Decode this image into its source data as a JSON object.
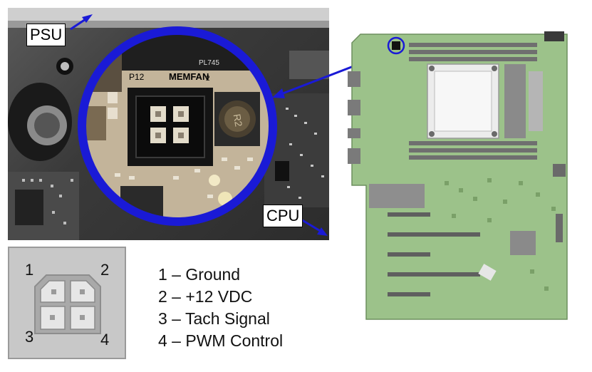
{
  "photo": {
    "psu_label": "PSU",
    "cpu_label": "CPU",
    "header_name": "MEMFAN",
    "header_ref": "P12",
    "chip_text": "PL745",
    "inductor_text": "R2",
    "digit_2": "2"
  },
  "connector": {
    "pin_labels": [
      "1",
      "2",
      "3",
      "4"
    ]
  },
  "legend": {
    "items": [
      "1 – Ground",
      "2 – +12 VDC",
      "3 – Tach Signal",
      "4 – PWM Control"
    ]
  },
  "colors": {
    "highlight_ring": "#1a1ad6",
    "board_green": "#9cc28a",
    "photo_dark": "#333333"
  }
}
